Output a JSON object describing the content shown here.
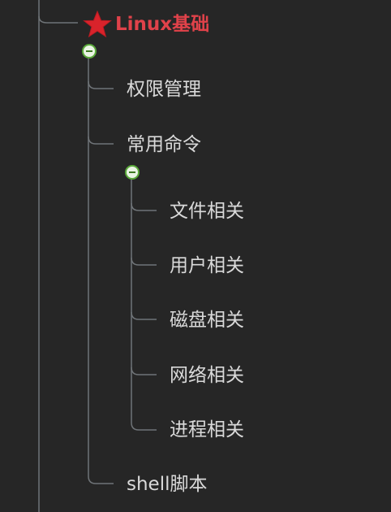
{
  "root": {
    "label": "Linux基础",
    "icon": "star-icon",
    "color": "#e0424a"
  },
  "children": [
    {
      "label": "权限管理"
    },
    {
      "label": "常用命令",
      "children": [
        {
          "label": "文件相关"
        },
        {
          "label": "用户相关"
        },
        {
          "label": "磁盘相关"
        },
        {
          "label": "网络相关"
        },
        {
          "label": "进程相关"
        }
      ]
    },
    {
      "label": "shell脚本"
    }
  ],
  "colors": {
    "background": "#262626",
    "text": "#d9d9d9",
    "connector": "#6f7478",
    "collapse_border": "#5aa83a"
  }
}
